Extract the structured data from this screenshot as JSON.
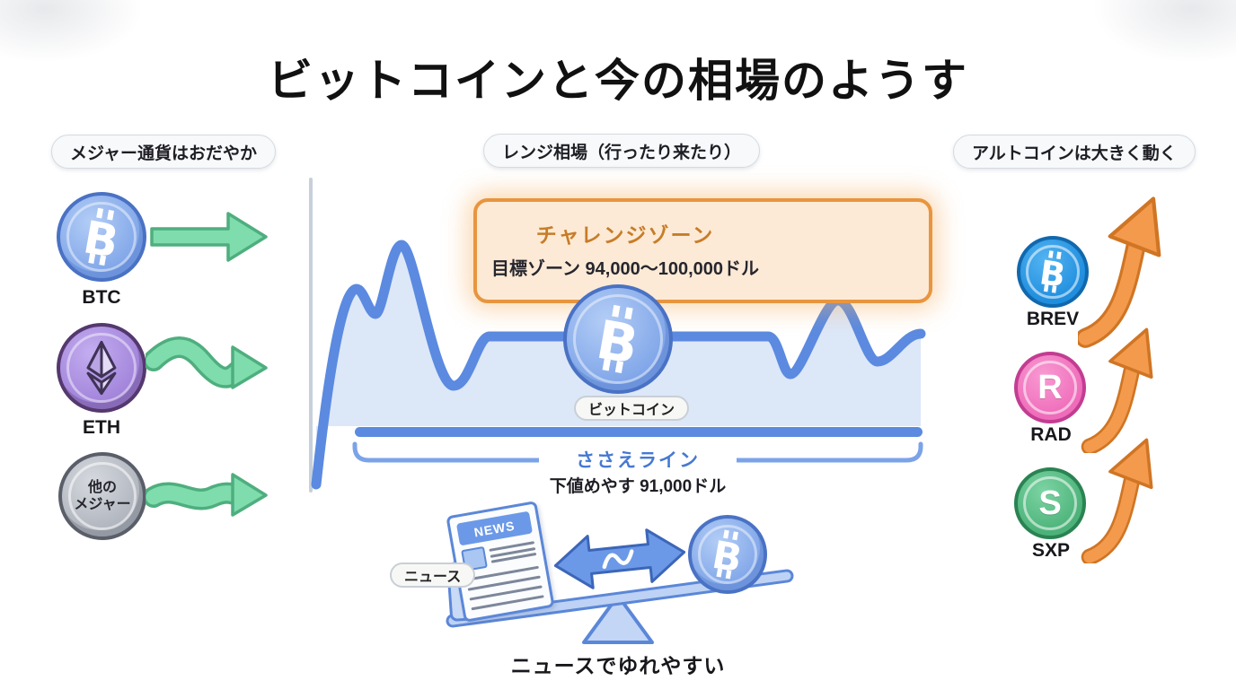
{
  "title": "ビットコインと今の相場のようす",
  "left": {
    "header": "メジャー通貨はおだやか",
    "coins": [
      {
        "label": "BTC"
      },
      {
        "label": "ETH"
      },
      {
        "label": "",
        "line1": "他の",
        "line2": "メジャー"
      }
    ]
  },
  "center": {
    "header": "レンジ相場（行ったり来たり）",
    "challenge": {
      "title": "チャレンジゾーン",
      "range": "目標ゾーン 94,000～100,000ドル"
    },
    "bitcoin_label": "ビットコイン",
    "support": {
      "label": "ささえライン",
      "value": "下値めやす 91,000ドル"
    },
    "news": {
      "tag": "ニュース",
      "newspaper": "NEWS",
      "caption": "ニュースでゆれやすい"
    }
  },
  "right": {
    "header": "アルトコインは大きく動く",
    "coins": [
      {
        "label": "BREV",
        "letter": "B"
      },
      {
        "label": "RAD",
        "letter": "R"
      },
      {
        "label": "SXP",
        "letter": "S"
      }
    ]
  },
  "colors": {
    "chart_line": "#5b8ae0",
    "chart_fill": "#dce7f8",
    "support_bar": "#5b8ae0",
    "bracket": "#7ba3e8",
    "challenge_border": "#e8953f",
    "challenge_fill": "#fcead6",
    "challenge_text": "#c87c28",
    "green_arrow": "#7edcad",
    "green_arrow_outline": "#4fae7e",
    "orange_arrow": "#f49a4c",
    "orange_arrow_outline": "#cf7524",
    "btc_coin": "#7fa5e8",
    "eth_coin": "#a081d9",
    "brev_coin": "#1f8ede",
    "rad_coin": "#ef6cba",
    "sxp_coin": "#4cb279"
  }
}
